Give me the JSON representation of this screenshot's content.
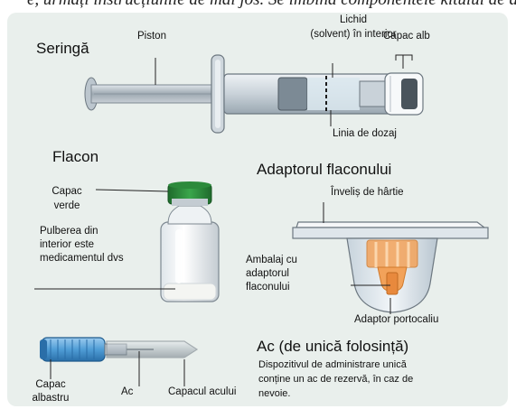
{
  "page": {
    "top_caption": "e, urmați instrucțiunile de mai jos. Se îmbină componentele kitului de administrare pentru a mai jos."
  },
  "syringe": {
    "title": "Seringă",
    "piston_label": "Piston",
    "liquid_label_line1": "Lichid",
    "liquid_label_line2": "(solvent) în interior",
    "white_cap_label": "Capac alb",
    "dose_line_label": "Linia de dozaj"
  },
  "vial": {
    "title": "Flacon",
    "green_cap_label_line1": "Capac",
    "green_cap_label_line2": "verde",
    "powder_label_line1": "Pulberea din",
    "powder_label_line2": "interior este",
    "powder_label_line3": "medicamentul dvs"
  },
  "adapter": {
    "title": "Adaptorul flaconului",
    "paper_label": "Înveliș de hârtie",
    "package_label_line1": "Ambalaj cu",
    "package_label_line2": "adaptorul",
    "package_label_line3": "flaconului",
    "orange_adapter_label": "Adaptor portocaliu"
  },
  "needle": {
    "title": "Ac (de unică folosință)",
    "desc_line1": "Dispozitivul de administrare unică",
    "desc_line2": "conține un ac de rezervă, în caz de",
    "desc_line3": "nevoie.",
    "blue_cap_label_line1": "Capac",
    "blue_cap_label_line2": "albastru",
    "needle_label": "Ac",
    "needle_cap_label": "Capacul acului"
  },
  "colors": {
    "panel_background": "#e9efec",
    "vial_cap_green": "#2e8b3d",
    "adapter_orange": "#f2a25a",
    "needle_cap_blue": "#4f9dd6",
    "leader_lines": "#222222"
  }
}
